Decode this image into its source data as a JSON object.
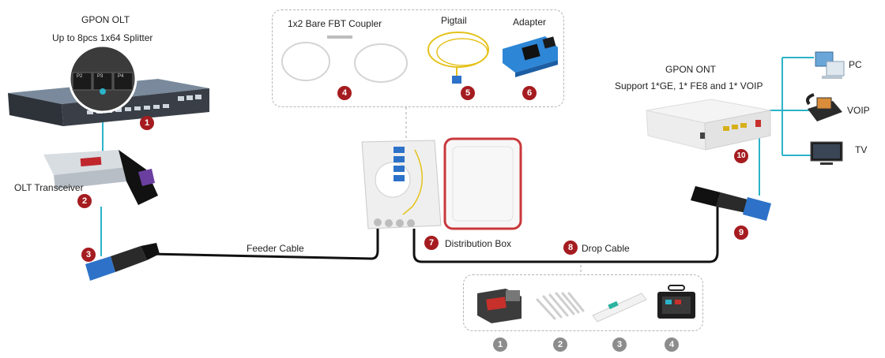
{
  "olt": {
    "title": "GPON OLT",
    "subtitle": "Up to 8pcs 1x64 Splitter",
    "ports": [
      "P2",
      "P3",
      "P4"
    ]
  },
  "transceiver": {
    "label": "OLT Transceiver"
  },
  "feeder_cable": {
    "label": "Feeder Cable"
  },
  "distribution_box": {
    "label": "Distribution Box"
  },
  "drop_cable": {
    "label": "Drop Cable"
  },
  "top_group": {
    "coupler": "1x2 Bare FBT Coupler",
    "pigtail": "Pigtail",
    "adapter": "Adapter"
  },
  "ont": {
    "title": "GPON ONT",
    "subtitle": "Support 1*GE, 1* FE8 and 1* VOIP"
  },
  "endpoints": {
    "pc": "PC",
    "voip": "VOIP",
    "tv": "TV"
  },
  "badges": {
    "b1": "1",
    "b2": "2",
    "b3": "3",
    "b4": "4",
    "b5": "5",
    "b6": "6",
    "b7": "7",
    "b8": "8",
    "b9": "9",
    "b10": "10"
  },
  "tool_badges": {
    "t1": "1",
    "t2": "2",
    "t3": "3",
    "t4": "4"
  },
  "colors": {
    "badge": "#a51c20",
    "tool_badge": "#8c8c8c",
    "fiber": "#2bb3c9",
    "cable": "#111111"
  }
}
